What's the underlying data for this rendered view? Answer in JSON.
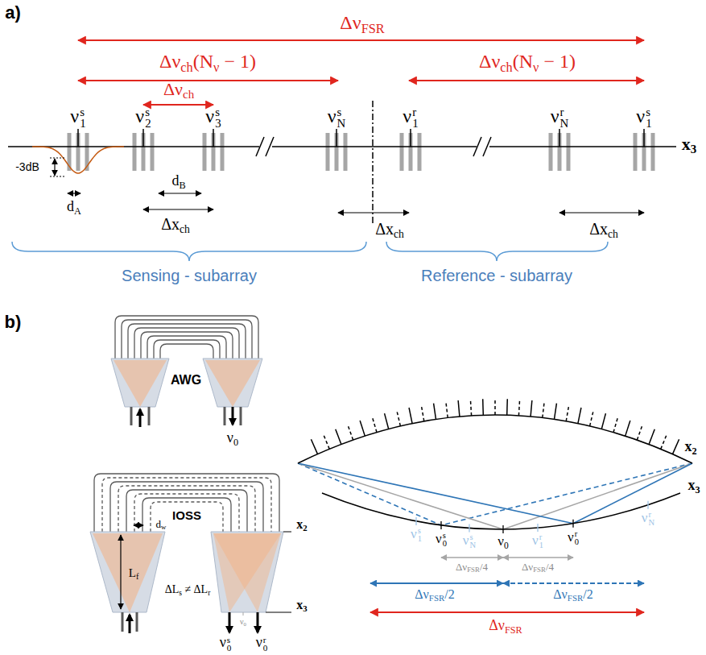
{
  "diagram": {
    "labels": [
      "a)",
      "ΔνFSR",
      "Δνch(Nν − 1)",
      "Δνch(Nν − 1)",
      "Δνch",
      "ν1s",
      "ν2s",
      "ν3s",
      "νNs",
      "ν1r",
      "νNr",
      "ν1s",
      "x3",
      "-3dB",
      "dA",
      "dB",
      "Δxch",
      "Δxch",
      "Δxch",
      "Sensing - subarray",
      "Reference - subarray",
      "b)",
      "AWG",
      "ν0",
      "IOSS",
      "Lf",
      "dw",
      "ΔLs ≠ ΔLr",
      "x2",
      "x3",
      "ν0",
      "ν0s",
      "ν0r",
      "x2",
      "x3",
      "ν1s",
      "ν0s",
      "νNs",
      "ν0",
      "ν1r",
      "ν0r",
      "νNr",
      "ΔνFSR/4",
      "ΔνFSR/4",
      "ΔνFSR/2",
      "ΔνFSR/2",
      "ΔνFSR"
    ]
  }
}
